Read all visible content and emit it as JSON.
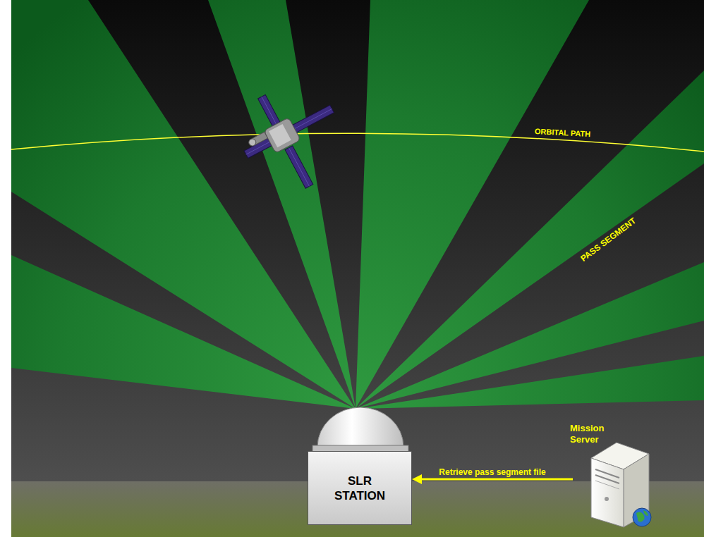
{
  "diagram": {
    "nodes": [
      {
        "text": [
          "SLR STATION"
        ]
      },
      {
        "text": [
          "Mission Server"
        ]
      }
    ],
    "edges": [
      {
        "from": 1,
        "to": 0,
        "arrow": "to",
        "label": "Retrieve pass segment file"
      }
    ],
    "labels": [
      "ORBITAL PATH",
      "PASS SEGMENT"
    ]
  }
}
